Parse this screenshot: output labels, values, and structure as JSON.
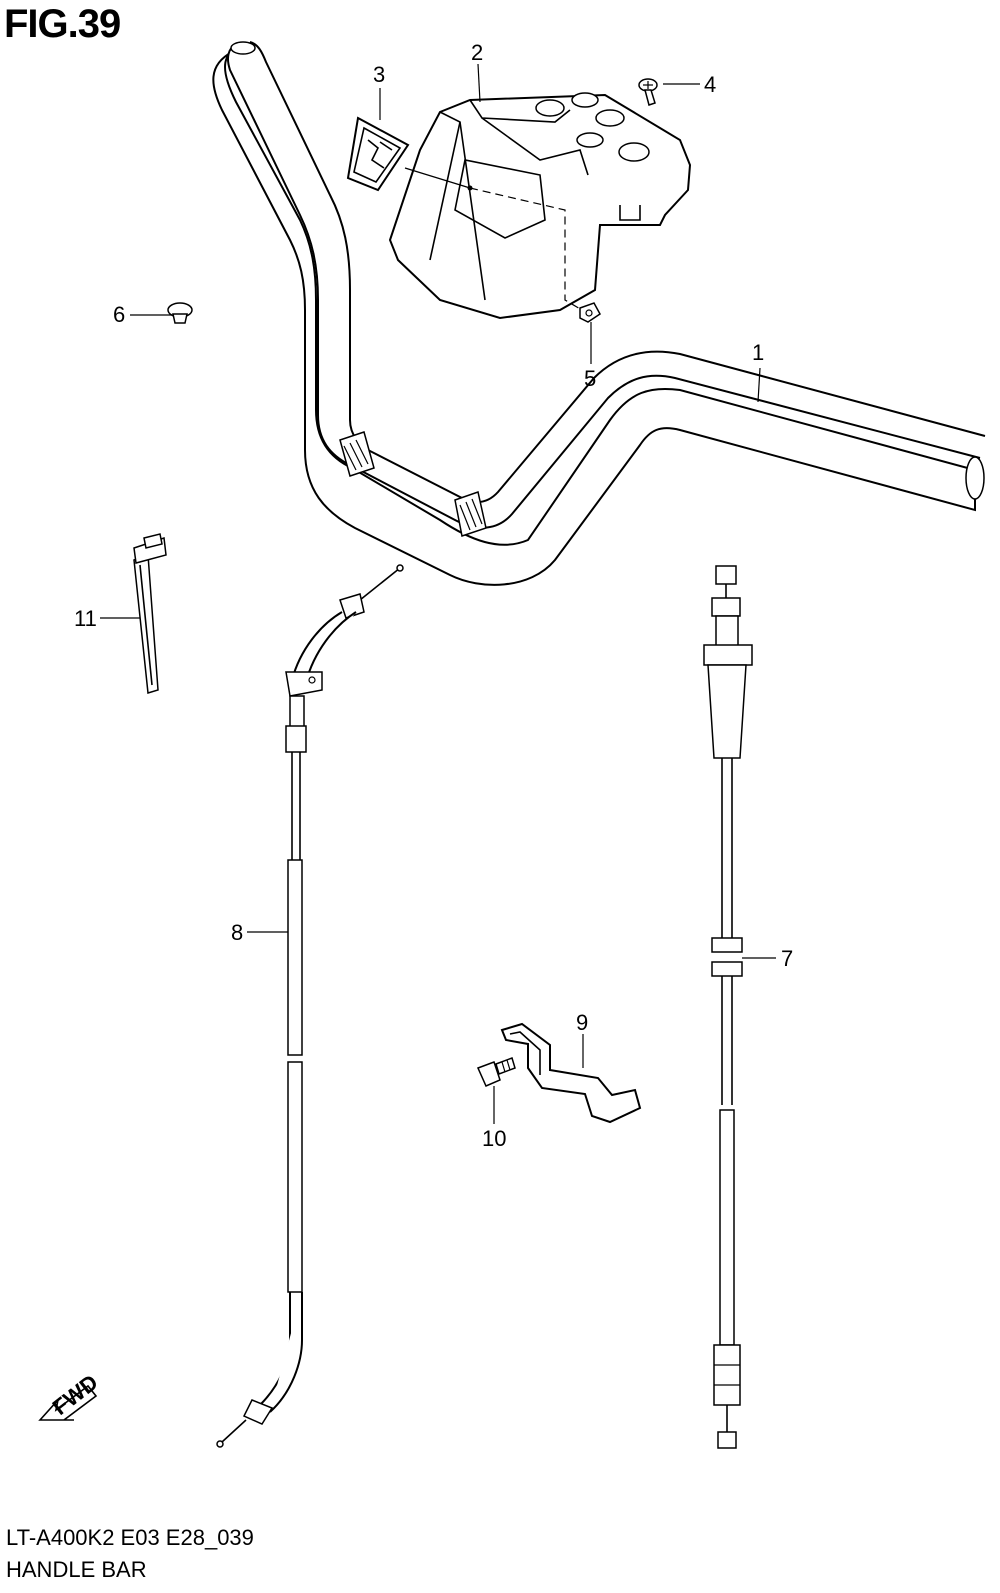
{
  "figure_title": "FIG.39",
  "footer": {
    "model_code": "LT-A400K2 E03 E28_039",
    "section_name": "HANDLE BAR"
  },
  "callouts": [
    "1",
    "2",
    "3",
    "4",
    "5",
    "6",
    "7",
    "8",
    "9",
    "10",
    "11"
  ],
  "fwd_label": "FWD"
}
